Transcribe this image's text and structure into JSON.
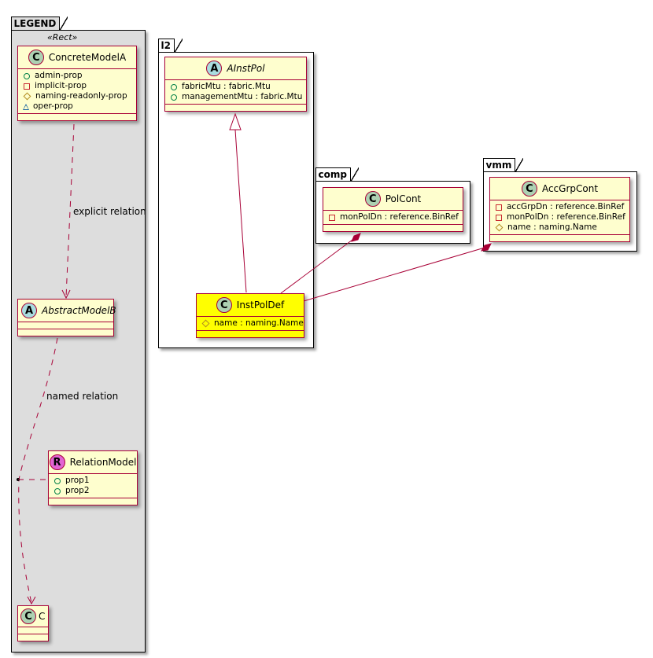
{
  "colors": {
    "class_bg": "#fefece",
    "class_border": "#a80036",
    "highlight_bg": "#ffff00",
    "legend_bg": "#dddddd",
    "edge": "#a80036"
  },
  "legend": {
    "title": "LEGEND",
    "stereotype": "«Rect»",
    "concrete": {
      "spot": "C",
      "name": "ConcreteModelA",
      "attrs": [
        {
          "vis": "public",
          "text": "admin-prop"
        },
        {
          "vis": "private",
          "text": "implicit-prop"
        },
        {
          "vis": "protected",
          "text": "naming-readonly-prop"
        },
        {
          "vis": "package",
          "text": "oper-prop"
        }
      ]
    },
    "abstract": {
      "spot": "A",
      "name": "AbstractModelB"
    },
    "relation_model": {
      "spot": "R",
      "name": "RelationModel",
      "attrs": [
        {
          "vis": "public",
          "text": "prop1"
        },
        {
          "vis": "public",
          "text": "prop2"
        }
      ]
    },
    "c": {
      "spot": "C",
      "name": "C"
    },
    "explicit_label": "explicit relation",
    "named_label": "named relation"
  },
  "packages": {
    "l2": {
      "title": "l2",
      "ainstpol": {
        "spot": "A",
        "name": "AInstPol",
        "attrs": [
          {
            "vis": "public",
            "text": "fabricMtu : fabric.Mtu"
          },
          {
            "vis": "public",
            "text": "managementMtu : fabric.Mtu"
          }
        ]
      },
      "instpoldef": {
        "spot": "C",
        "name": "InstPolDef",
        "attrs": [
          {
            "vis": "protected",
            "text": "name : naming.Name"
          }
        ]
      }
    },
    "comp": {
      "title": "comp",
      "polcont": {
        "spot": "C",
        "name": "PolCont",
        "attrs": [
          {
            "vis": "private",
            "text": "monPolDn : reference.BinRef"
          }
        ]
      }
    },
    "vmm": {
      "title": "vmm",
      "accgrpcont": {
        "spot": "C",
        "name": "AccGrpCont",
        "attrs": [
          {
            "vis": "private",
            "text": "accGrpDn : reference.BinRef"
          },
          {
            "vis": "private",
            "text": "monPolDn : reference.BinRef"
          },
          {
            "vis": "protected",
            "text": "name : naming.Name"
          }
        ]
      }
    }
  }
}
